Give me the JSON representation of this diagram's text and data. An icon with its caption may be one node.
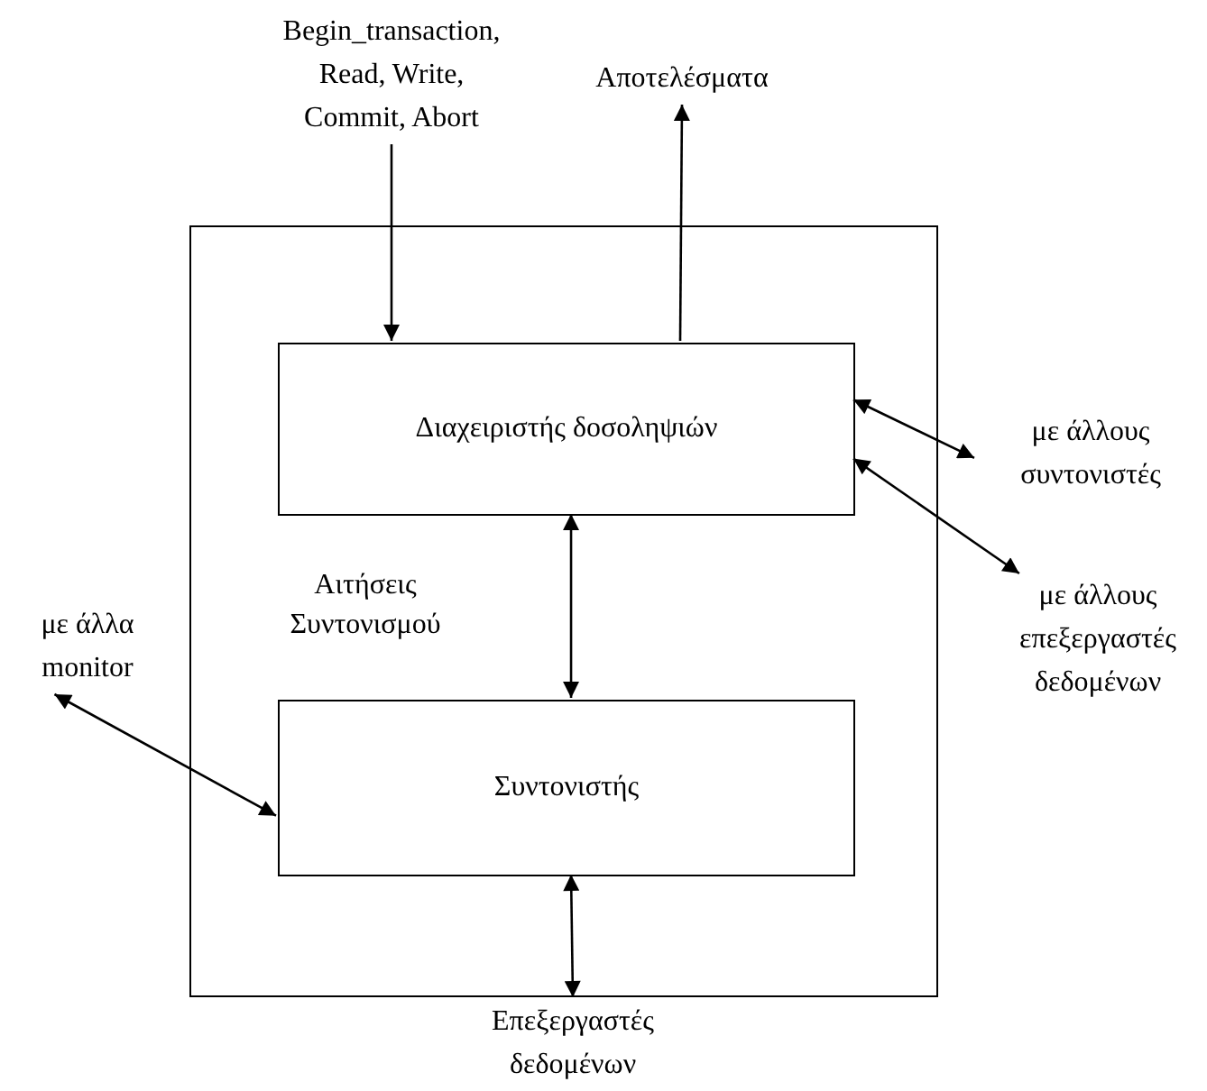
{
  "diagram": {
    "nodes": [
      {
        "text": [],
        "shape": "box"
      },
      {
        "text": [
          "Begin_transaction, Read, Write, Commit, Abort"
        ]
      },
      {
        "text": [
          "Αποτελέσματα"
        ]
      },
      {
        "text": [
          "Διαχειριστής δοσοληψιών"
        ],
        "in": 0
      },
      {
        "text": [
          "Συντονιστής"
        ],
        "in": 0
      },
      {
        "text": [
          "με άλλους συντονιστές"
        ]
      },
      {
        "text": [
          "με άλλους επεξεργαστές δεδομένων"
        ]
      },
      {
        "text": [
          "με άλλα monitor"
        ]
      },
      {
        "text": [
          "Επεξεργαστές δεδομένων"
        ]
      }
    ],
    "edges": [
      {
        "from": 1,
        "to": 3,
        "arrow": "to"
      },
      {
        "from": 3,
        "to": 2,
        "arrow": "to"
      },
      {
        "from": 3,
        "to": 5,
        "arrow": "both"
      },
      {
        "from": 3,
        "to": 6,
        "arrow": "both"
      },
      {
        "from": 3,
        "to": 4,
        "arrow": "both",
        "label": "Αιτήσεις Συντονισμού"
      },
      {
        "from": 7,
        "to": 4,
        "arrow": "both"
      },
      {
        "from": 4,
        "to": 8,
        "arrow": "both"
      }
    ]
  }
}
